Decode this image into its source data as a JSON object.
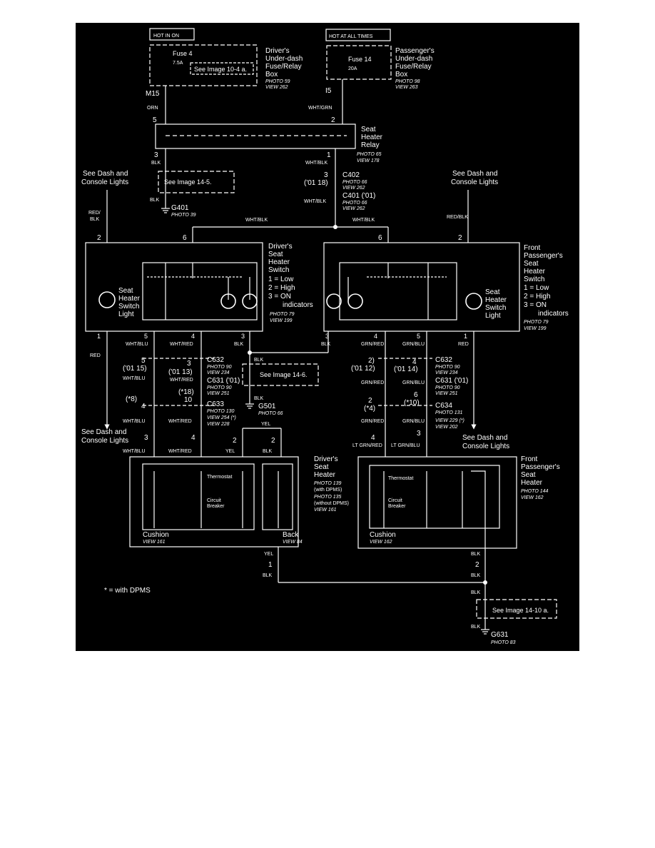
{
  "colors": {
    "panel": "#000000",
    "page": "#ffffff",
    "line": "#ffffff"
  },
  "header": {
    "hot_in_on": "HOT IN ON",
    "hot_at_all_times": "HOT AT ALL TIMES"
  },
  "drivers_fuse_box": {
    "fuse_name": "Fuse 4",
    "fuse_rating": "7.5A",
    "see_ref": "See Image 10-4 a.",
    "title_lines": [
      "Driver's",
      "Under-dash",
      "Fuse/Relay",
      "Box"
    ],
    "photo": "PHOTO 59",
    "view": "VIEW 262",
    "pin": "M15"
  },
  "passenger_fuse_box": {
    "fuse_name": "Fuse 14",
    "fuse_rating": "20A",
    "title_lines": [
      "Passenger's",
      "Under-dash",
      "Fuse/Relay",
      "Box"
    ],
    "photo": "PHOTO 98",
    "view": "VIEW 263",
    "pin": "I5"
  },
  "relay": {
    "title_lines": [
      "Seat",
      "Heater",
      "Relay"
    ],
    "photo": "PHOTO 65",
    "view": "VIEW 178",
    "pin5": "5",
    "pin2": "2",
    "pin3": "3",
    "pin1": "1"
  },
  "wires_top": {
    "orn": "ORN",
    "wht_grn": "WHT/GRN",
    "blk_a": "BLK",
    "blk_b": "BLK",
    "wht_blk_a": "WHT/BLK",
    "wht_blk_b": "WHT/BLK"
  },
  "see_14_5": "See Image 14-5.",
  "g401": {
    "name": "G401",
    "photo": "PHOTO 39"
  },
  "c402": {
    "pin": "3",
    "alt_pin": "('01 18)",
    "name": "C402",
    "photo": "PHOTO 66",
    "view": "VIEW 262",
    "alt_name": "C401 ('01)",
    "alt_photo": "PHOTO 66",
    "alt_view": "VIEW 262"
  },
  "see_dash_left": [
    "See Dash and",
    "Console Lights"
  ],
  "see_dash_right": [
    "See Dash and",
    "Console Lights"
  ],
  "see_dash_bottom_left": [
    "See Dash and",
    "Console Lights"
  ],
  "see_dash_bottom_right": [
    "See Dash and",
    "Console Lights"
  ],
  "splice_wires": {
    "left_vert": "RED/\nBLK",
    "left_top": "WHT/BLK",
    "right_top": "WHT/BLK",
    "right_vert": "RED/BLK"
  },
  "driver_switch": {
    "title_lines": [
      "Driver's",
      "Seat",
      "Heater",
      "Switch"
    ],
    "legend": [
      "1 = Low",
      "2 = High",
      "3 = ON",
      "indicators"
    ],
    "photo": "PHOTO 79",
    "view": "VIEW 199",
    "light_lines": [
      "Seat",
      "Heater",
      "Switch",
      "Light"
    ],
    "pins_top": [
      "2",
      "6"
    ],
    "pins_bottom": [
      "1",
      "5",
      "4",
      "3"
    ],
    "wires_bottom": [
      "RED",
      "WHT/BLU",
      "WHT/RED",
      "BLK"
    ]
  },
  "passenger_switch": {
    "title_lines": [
      "Front",
      "Passenger's",
      "Seat",
      "Heater",
      "Switch"
    ],
    "legend": [
      "1 = Low",
      "2 = High",
      "3 = ON",
      "indicators"
    ],
    "photo": "PHOTO 79",
    "view": "VIEW 199",
    "light_lines": [
      "Seat",
      "Heater",
      "Switch",
      "Light"
    ],
    "pins_top": [
      "6",
      "2"
    ],
    "pins_bottom": [
      "3",
      "4",
      "5",
      "1"
    ],
    "wires_bottom": [
      "BLK",
      "GRN/RED",
      "GRN/BLU",
      "RED"
    ]
  },
  "c632_left": {
    "pin_a": "5",
    "pin_a_alt": "('01 15)",
    "pin_b": "3",
    "pin_b_alt": "('01 13)",
    "name": "C632",
    "photo": "PHOTO 90",
    "view": "VIEW 234",
    "alt_name": "C631 ('01)",
    "alt_photo": "PHOTO 90",
    "alt_view": "VIEW 251",
    "wire_a": "WHT/BLU",
    "wire_b": "WHT/RED",
    "blk": "BLK",
    "blk2": "BLK"
  },
  "see_14_6": "See Image 14-6.",
  "g501": {
    "name": "G501",
    "photo": "PHOTO 66"
  },
  "c633": {
    "pin_a_alt": "(*8)",
    "pin_a": "4",
    "pin_b_alt": "(*18)",
    "pin_b": "10",
    "name": "C633",
    "photo": "PHOTO 130",
    "view1": "VIEW 254 (*)",
    "view2": "VIEW 228",
    "wire_a": "WHT/BLU",
    "wire_b": "WHT/RED",
    "yel": "YEL"
  },
  "c632_right": {
    "pin_a": "2)",
    "pin_a_alt": "('01 12)",
    "pin_b": "4",
    "pin_b_alt": "('01 14)",
    "name": "C632",
    "photo": "PHOTO 90",
    "view": "VIEW 234",
    "alt_name": "C631 ('01)",
    "alt_photo": "PHOTO 90",
    "alt_view": "VIEW 251",
    "wire_a": "GRN/RED",
    "wire_b": "GRN/BLU"
  },
  "c634": {
    "pin_a": "2",
    "pin_a_alt": "(*4)",
    "pin_b": "6",
    "pin_b_alt": "(*10)",
    "name": "C634",
    "photo": "PHOTO 131",
    "view1": "VIEW 229 (*)",
    "view2": "VIEW 202",
    "wire_a": "GRN/RED",
    "wire_b": "GRN/BLU"
  },
  "driver_heater": {
    "pins": [
      "3",
      "4",
      "2",
      "2"
    ],
    "wires": [
      "WHT/BLU",
      "WHT/RED",
      "YEL",
      "BLK"
    ],
    "title_lines": [
      "Driver's",
      "Seat",
      "Heater"
    ],
    "photo1": "PHOTO 139",
    "photo1_note": "(with DPMS)",
    "photo2": "PHOTO 135",
    "photo2_note": "(without DPMS)",
    "view": "VIEW 161",
    "thermostat": "Thermostat",
    "circuit": "Circuit",
    "breaker": "Breaker",
    "cushion": "Cushion",
    "cushion_view": "VIEW 161",
    "back": "Back",
    "back_view": "VIEW 84"
  },
  "passenger_heater": {
    "pins": [
      "4",
      "3"
    ],
    "wires": [
      "LT GRN/RED",
      "LT GRN/BLU"
    ],
    "title_lines": [
      "Front",
      "Passenger's",
      "Seat",
      "Heater"
    ],
    "photo": "PHOTO 144",
    "view": "VIEW 162",
    "thermostat": "Thermostat",
    "circuit": "Circuit",
    "breaker": "Breaker",
    "cushion": "Cushion",
    "cushion_view": "VIEW 162"
  },
  "bottom": {
    "yel": "YEL",
    "pin1": "1",
    "blk_a": "BLK",
    "blk_b": "BLK",
    "pin2": "2",
    "blk_c": "BLK",
    "blk_d": "BLK",
    "blk_e": "BLK",
    "note": "* = with DPMS",
    "see_14_10": "See Image 14-10 a.",
    "g631": "G631",
    "g631_photo": "PHOTO 83"
  }
}
